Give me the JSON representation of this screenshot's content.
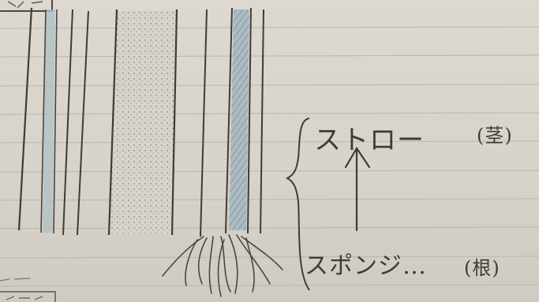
{
  "image": {
    "subject": "handwritten notebook sketch",
    "labels": {
      "straw": "ストロー",
      "straw_note": "(茎)",
      "sponge": "スポンジ…",
      "sponge_note": "(根)"
    },
    "colors": {
      "paper": "#d9d6cd",
      "rule_line": "#b9b6ad",
      "ink": "#3f3c38",
      "pencil_blue": "#9eb0b8"
    }
  }
}
